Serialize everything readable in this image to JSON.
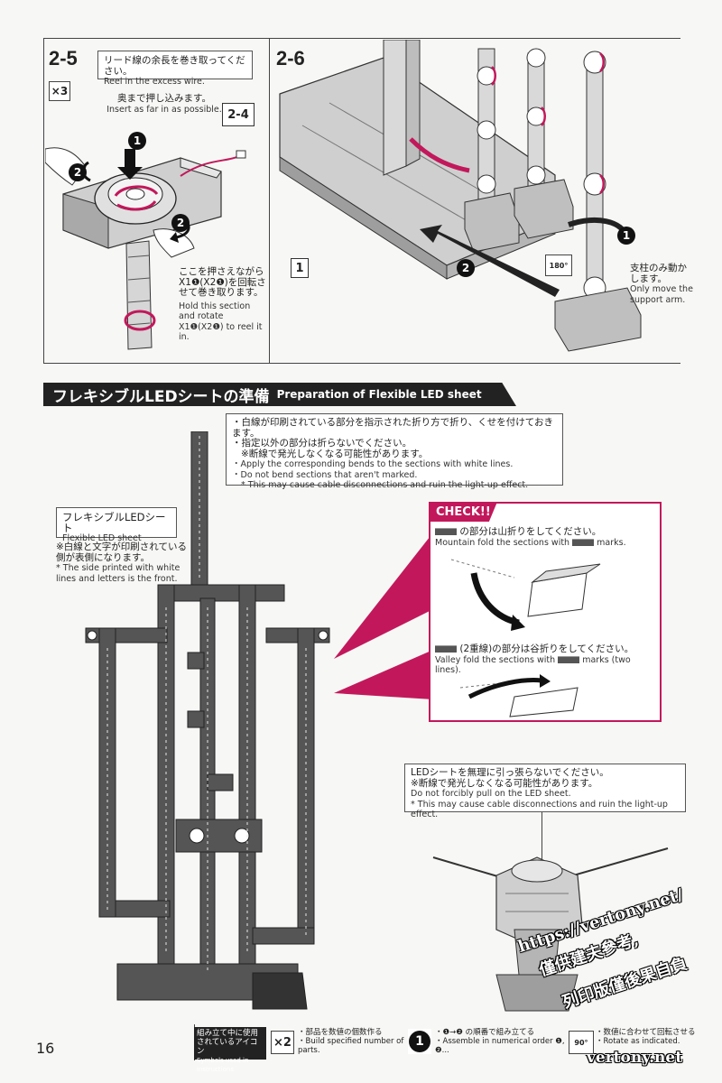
{
  "page_number": "16",
  "step_2_5": {
    "number": "2-5",
    "count_badge": "×3",
    "title_jp": "リード線の余長を巻き取ってください。",
    "title_en": "Reel in the excess wire.",
    "insert_jp": "奥まで押し込みます。",
    "insert_en": "Insert as far in as possible.",
    "ref_label": "2-4",
    "hold_jp": "ここを押さえながら X1❶(X2❶)を回転させて巻き取ります。",
    "hold_en": "Hold this section and rotate X1❶(X2❶) to reel it in.",
    "callout_1": "1",
    "callout_2": "2"
  },
  "step_2_6": {
    "number": "2-6",
    "part_label": "1",
    "rotate_badge": "180°",
    "support_jp": "支柱のみ動かします。",
    "support_en": "Only move the support arm.",
    "callout_1": "1",
    "callout_2": "2"
  },
  "section": {
    "title_jp": "フレキシブルLEDシートの準備",
    "title_en": "Preparation of Flexible LED sheet"
  },
  "instruction_box": {
    "line1_jp": "・白線が印刷されている部分を指示された折り方で折り、くせを付けておきます。",
    "line2_jp": "・指定以外の部分は折らないでください。",
    "line3_jp": "※断線で発光しなくなる可能性があります。",
    "line1_en": "・Apply the corresponding bends to the sections with white lines.",
    "line2_en": "・Do not bend sections that aren't marked.",
    "line3_en": "* This may cause cable disconnections and ruin the light-up effect."
  },
  "sheet_label": {
    "title_jp": "フレキシブルLEDシート",
    "title_en": "Flexible LED sheet",
    "note_jp": "※白線と文字が印刷されている側が表側になります。",
    "note_en": "* The side printed with white lines and letters is the front."
  },
  "check": {
    "tag": "CHECK!!",
    "mountain_jp": "の部分は山折りをしてください。",
    "mountain_en_pre": "Mountain fold the sections with",
    "mountain_en_post": "marks.",
    "valley_jp": "(2重線)の部分は谷折りをしてください。",
    "valley_en_pre": "Valley fold the sections with",
    "valley_en_post": "marks (two lines)."
  },
  "warning_box": {
    "line1_jp": "LEDシートを無理に引っ張らないでください。",
    "line2_jp": "※断線で発光しなくなる可能性があります。",
    "line1_en": "Do not forcibly pull on the LED sheet.",
    "line2_en": "* This may cause cable disconnections and ruin the light-up effect."
  },
  "footer": {
    "legend_jp": "組み立て中に使用されているアイコン",
    "legend_en": "Symbols used in instructions",
    "icon1_badge": "×2",
    "icon1_jp": "・部品を数値の個数作る",
    "icon1_en": "・Build specified number of parts.",
    "icon2_badge": "1",
    "icon2_jp": "・❶→❷ の順番で組み立てる",
    "icon2_en": "・Assemble in numerical order ❶, ❷...",
    "icon3_badge": "90°",
    "icon3_jp": "・数値に合わせて回転させる",
    "icon3_en": "・Rotate as indicated."
  },
  "watermarks": {
    "line1": "https://vertony.net/",
    "line2": "僅供建夫參考,",
    "line3": "列印版僅後果自負",
    "line4": "vertony.net"
  },
  "colors": {
    "accent": "#c2185b",
    "ink": "#222222",
    "part_gray": "#bdbdbd"
  }
}
